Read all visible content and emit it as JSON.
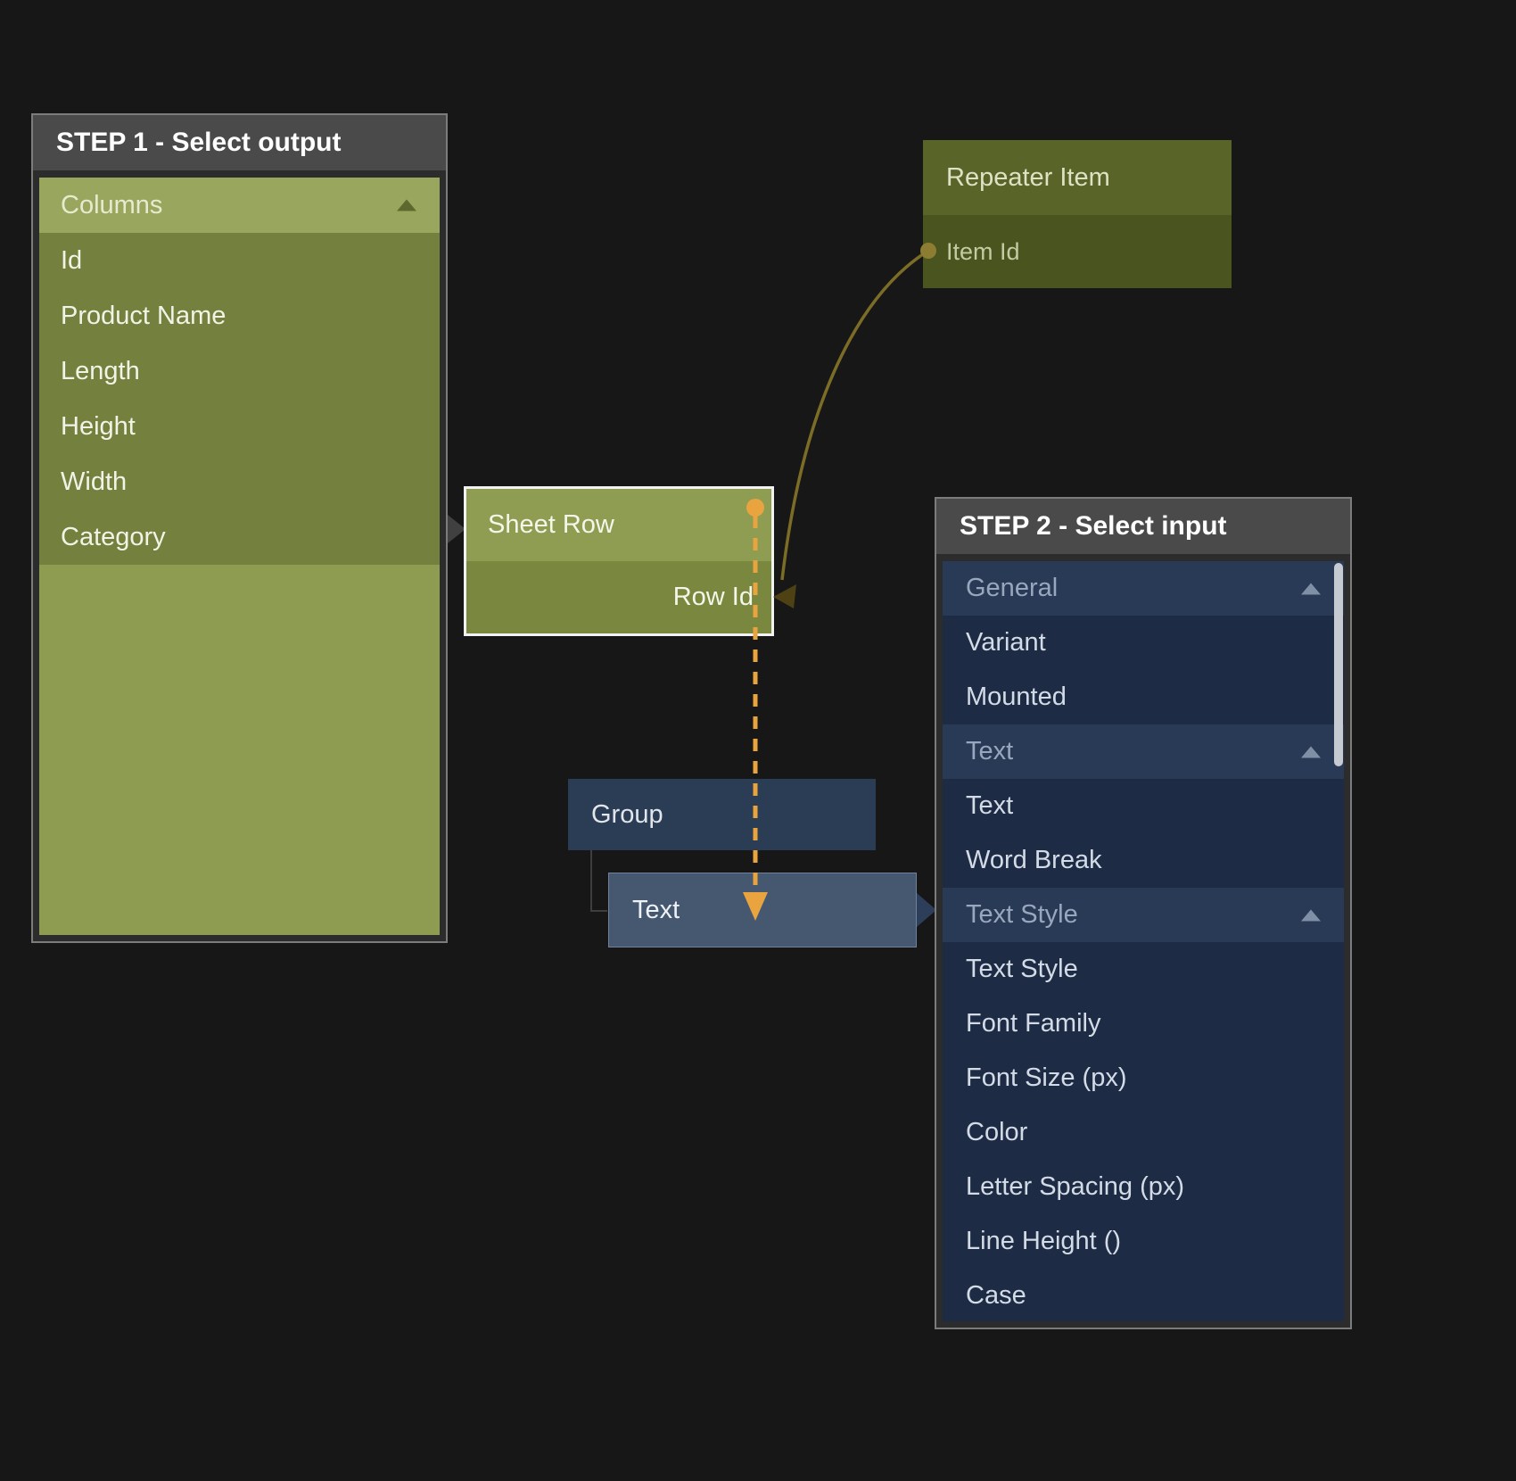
{
  "step1": {
    "title": "STEP 1 - Select output",
    "section_label": "Columns",
    "items": [
      "Id",
      "Product Name",
      "Length",
      "Height",
      "Width",
      "Category"
    ]
  },
  "repeater_node": {
    "title": "Repeater Item",
    "field": "Item Id"
  },
  "sheet_row_node": {
    "title": "Sheet Row",
    "field": "Row Id"
  },
  "group_node": {
    "label": "Group"
  },
  "text_node": {
    "label": "Text"
  },
  "step2": {
    "title": "STEP 2 - Select input",
    "items": [
      {
        "label": "General",
        "type": "section"
      },
      {
        "label": "Variant",
        "type": "item"
      },
      {
        "label": "Mounted",
        "type": "item"
      },
      {
        "label": "Text",
        "type": "section"
      },
      {
        "label": "Text",
        "type": "item"
      },
      {
        "label": "Word Break",
        "type": "item"
      },
      {
        "label": "Text Style",
        "type": "section"
      },
      {
        "label": "Text Style",
        "type": "item"
      },
      {
        "label": "Font Family",
        "type": "item"
      },
      {
        "label": "Font Size (px)",
        "type": "item"
      },
      {
        "label": "Color",
        "type": "item"
      },
      {
        "label": "Letter Spacing (px)",
        "type": "item"
      },
      {
        "label": "Line Height ()",
        "type": "item"
      },
      {
        "label": "Case",
        "type": "item"
      }
    ]
  },
  "colors": {
    "background": "#171717",
    "accent_orange": "#EAA43F",
    "olive_light": "#8E9C52",
    "olive_dark": "#74813E",
    "olive_node_header": "#596428",
    "navy_body": "#1D2B44",
    "navy_section": "#283A55",
    "node_blue": "#2B3C55",
    "node_blue_highlight": "#45586F",
    "wire_olive": "#7B6C26",
    "header_gray": "#4A4A4A"
  }
}
